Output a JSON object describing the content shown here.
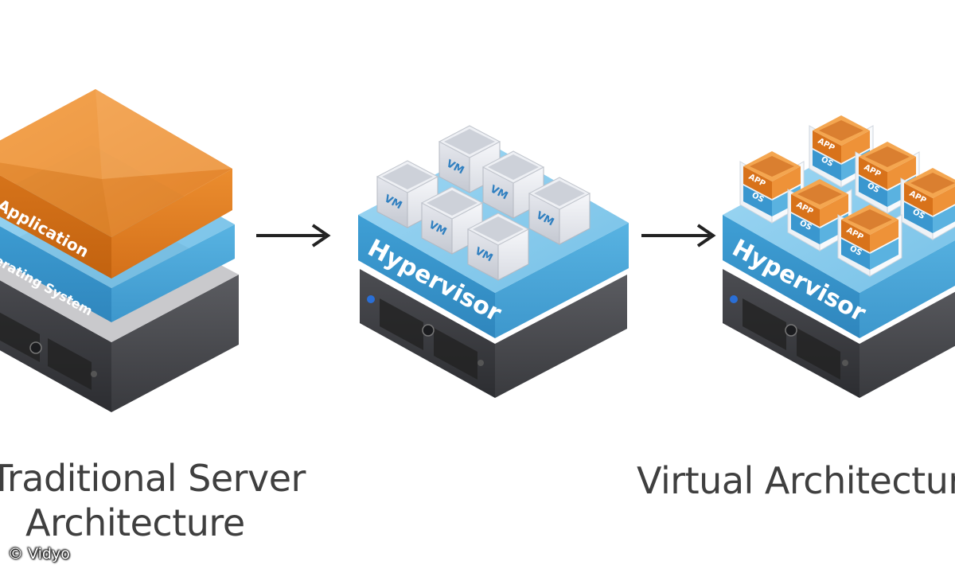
{
  "labels": {
    "application": "Application",
    "operating_system": "Operating System",
    "hypervisor": "Hypervisor",
    "vm": "VM",
    "app": "APP",
    "os": "OS"
  },
  "captions": {
    "traditional_line1": "Traditional Server",
    "traditional_line2": "Architecture",
    "virtual": "Virtual Architecture"
  },
  "copyright": "© Vidyo",
  "colors": {
    "orange": "#e8862a",
    "blue": "#4aa6d8",
    "server_dark": "#3a3b3f",
    "vm_cube": "#d9dce3",
    "arrow": "#222222"
  },
  "icons": [
    "arrow-right-icon",
    "arrow-right-icon"
  ]
}
